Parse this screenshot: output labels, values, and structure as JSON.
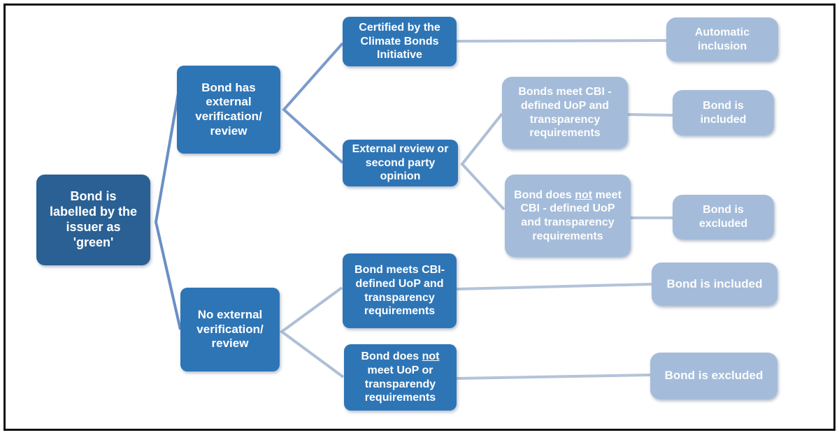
{
  "diagram": {
    "type": "decision-tree",
    "topic": "Green bond labelling / inclusion decision flow",
    "colors": {
      "dark_node": "#2a6094",
      "mid_node": "#2e75b6",
      "light_node": "#a4bcda",
      "connector_strong": "#6a8fc5",
      "connector_light": "#aebfd6",
      "text": "#ffffff",
      "frame_border": "#121212",
      "background": "#ffffff"
    },
    "nodes": {
      "root": {
        "label": "Bond is\nlabelled by the\nissuer as\n'green'"
      },
      "has_verification": {
        "label": "Bond has\nexternal\nverification/\nreview"
      },
      "no_verification": {
        "label": "No external\nverification/\nreview"
      },
      "certified_cbi": {
        "label": "Certified by the\nClimate Bonds\nInitiative"
      },
      "external_review": {
        "label": "External review or\nsecond party\nopinion"
      },
      "meets_cbi": {
        "label": "Bonds meet CBI -\ndefined UoP and\ntransparency\nrequirements"
      },
      "fails_cbi": {
        "pre": "Bond does ",
        "underline": "not",
        "post": " meet\nCBI - defined UoP\nand transparency\nrequirements"
      },
      "meets_uop": {
        "label": "Bond meets CBI-\ndefined UoP and\ntransparency\nrequirements"
      },
      "fails_uop": {
        "pre": "Bond does ",
        "underline": "not",
        "post": "\nmeet UoP or\ntransparendy\nrequirements"
      },
      "automatic_inclusion": {
        "label": "Automatic\ninclusion"
      },
      "included_1": {
        "label": "Bond is\nincluded"
      },
      "excluded_1": {
        "label": "Bond is\nexcluded"
      },
      "included_2": {
        "label": "Bond is included"
      },
      "excluded_2": {
        "label": "Bond is excluded"
      }
    },
    "edges": [
      {
        "from": "root",
        "to": "has_verification"
      },
      {
        "from": "root",
        "to": "no_verification"
      },
      {
        "from": "has_verification",
        "to": "certified_cbi"
      },
      {
        "from": "has_verification",
        "to": "external_review"
      },
      {
        "from": "certified_cbi",
        "to": "automatic_inclusion"
      },
      {
        "from": "external_review",
        "to": "meets_cbi"
      },
      {
        "from": "external_review",
        "to": "fails_cbi"
      },
      {
        "from": "meets_cbi",
        "to": "included_1"
      },
      {
        "from": "fails_cbi",
        "to": "excluded_1"
      },
      {
        "from": "no_verification",
        "to": "meets_uop"
      },
      {
        "from": "no_verification",
        "to": "fails_uop"
      },
      {
        "from": "meets_uop",
        "to": "included_2"
      },
      {
        "from": "fails_uop",
        "to": "excluded_2"
      }
    ]
  }
}
